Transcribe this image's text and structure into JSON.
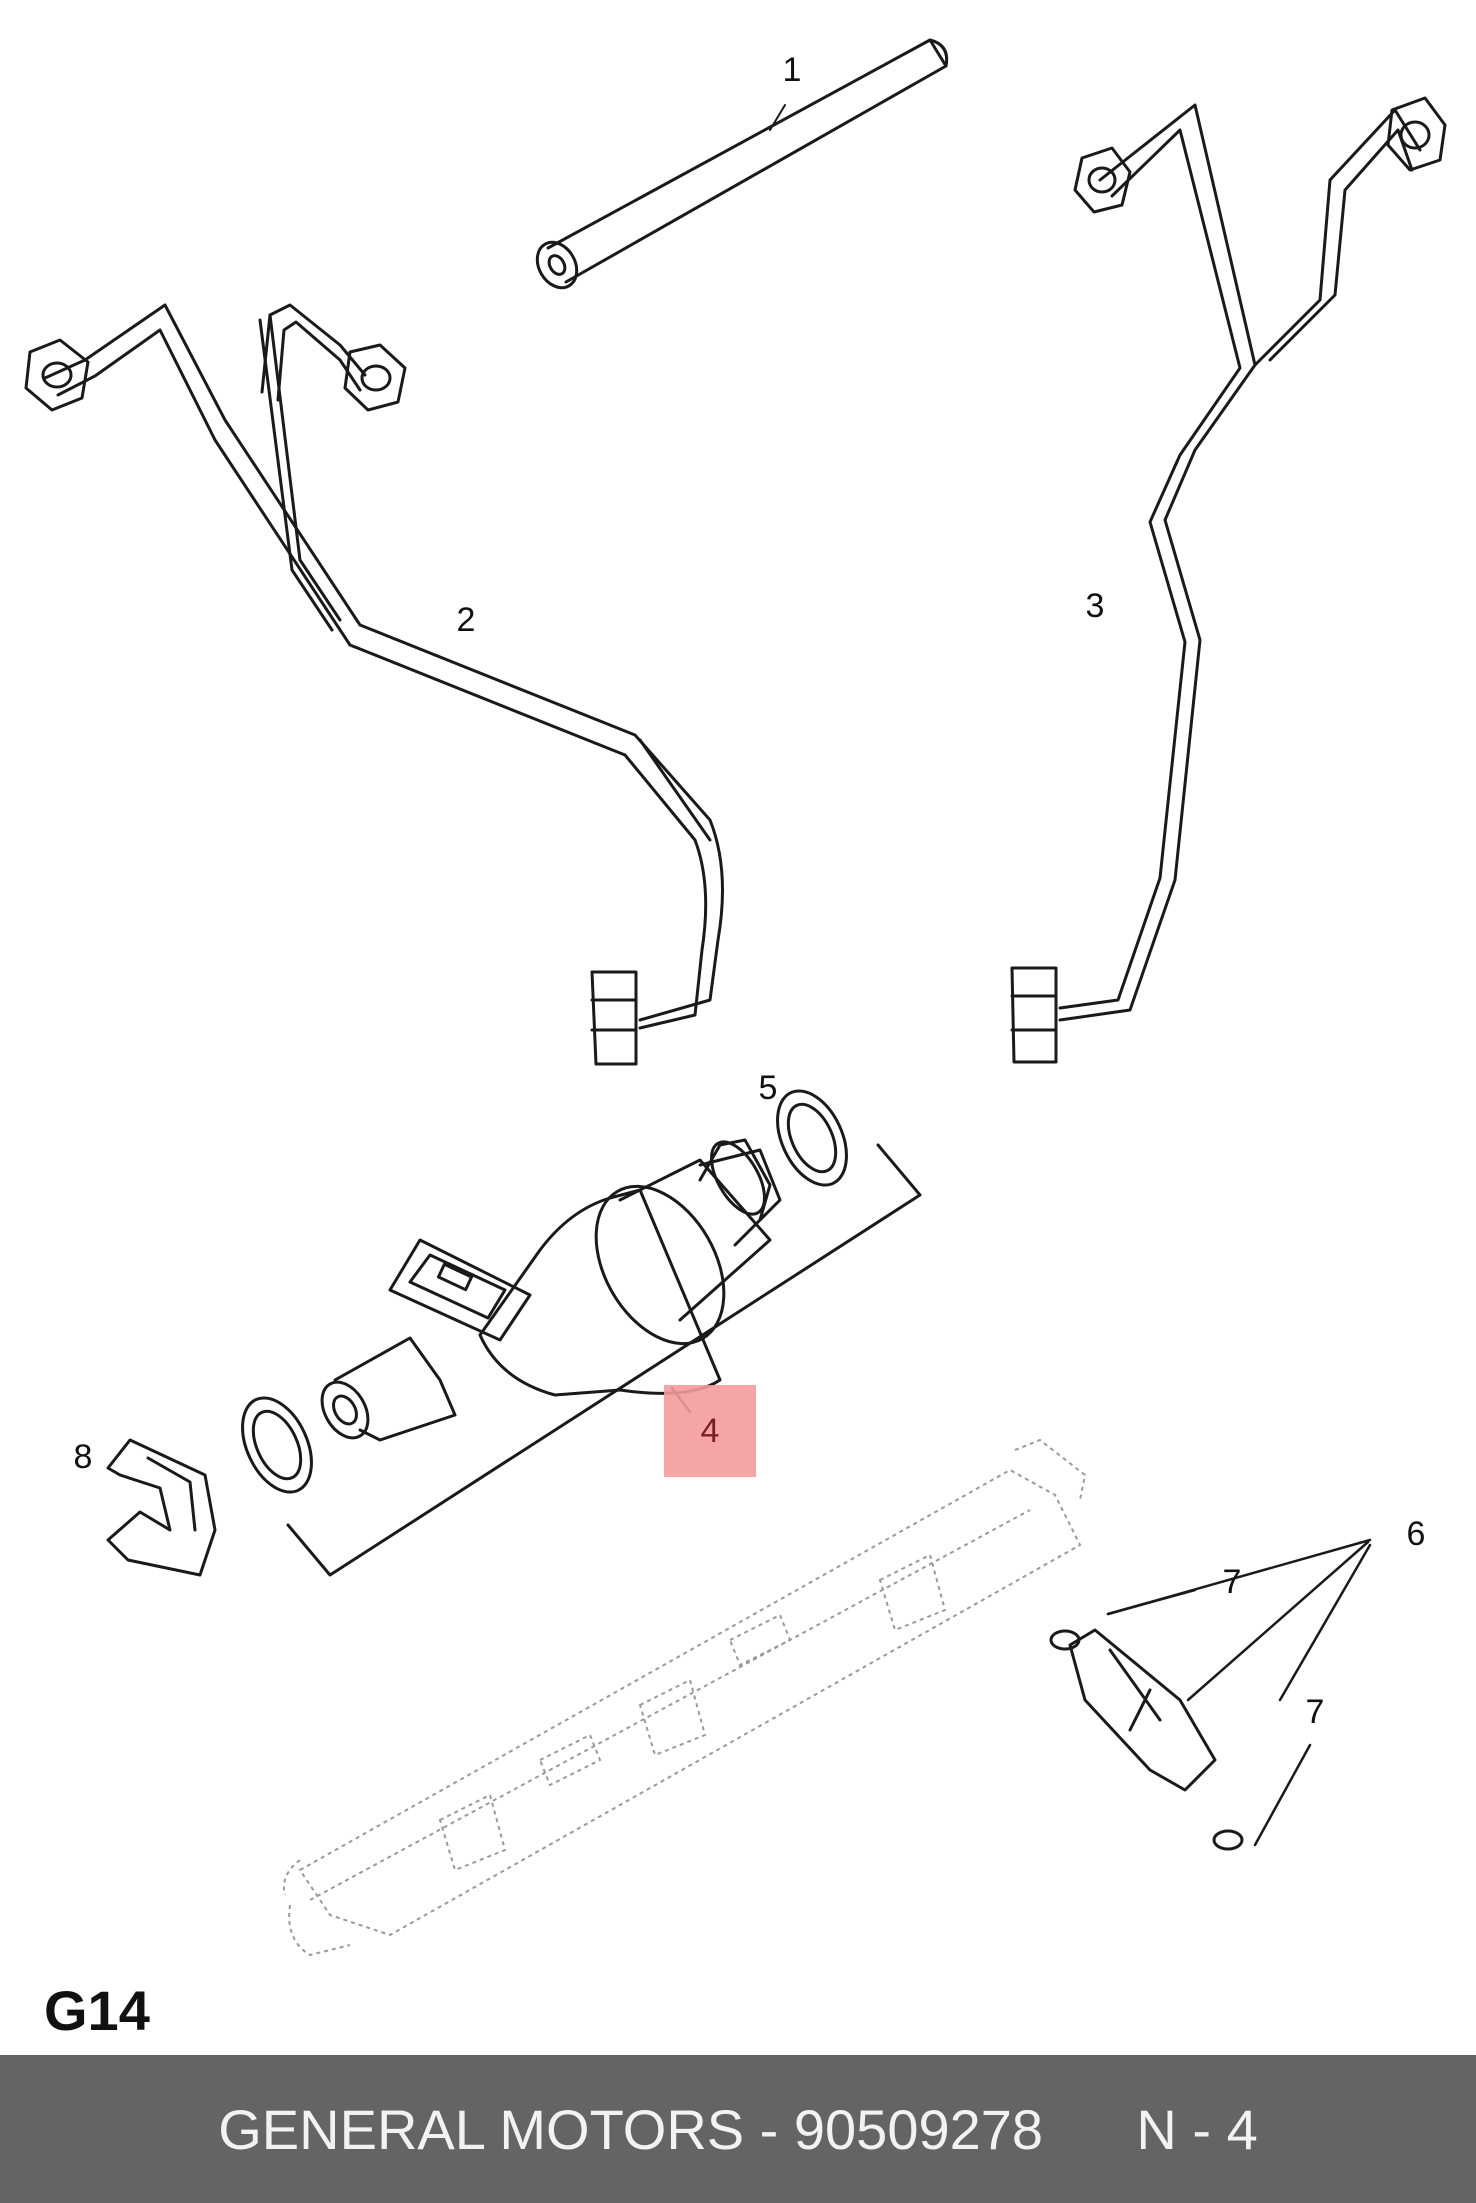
{
  "diagram": {
    "section_code": "G14",
    "callouts": {
      "c1": "1",
      "c2": "2",
      "c3": "3",
      "c4": "4",
      "c5": "5",
      "c6": "6",
      "c7a": "7",
      "c7b": "7",
      "c8": "8"
    },
    "highlighted_callout": "4",
    "highlight_color": "#f59b9b"
  },
  "footer": {
    "text": "GENERAL MOTORS - 90509278      N - 4",
    "background": "#646464"
  }
}
